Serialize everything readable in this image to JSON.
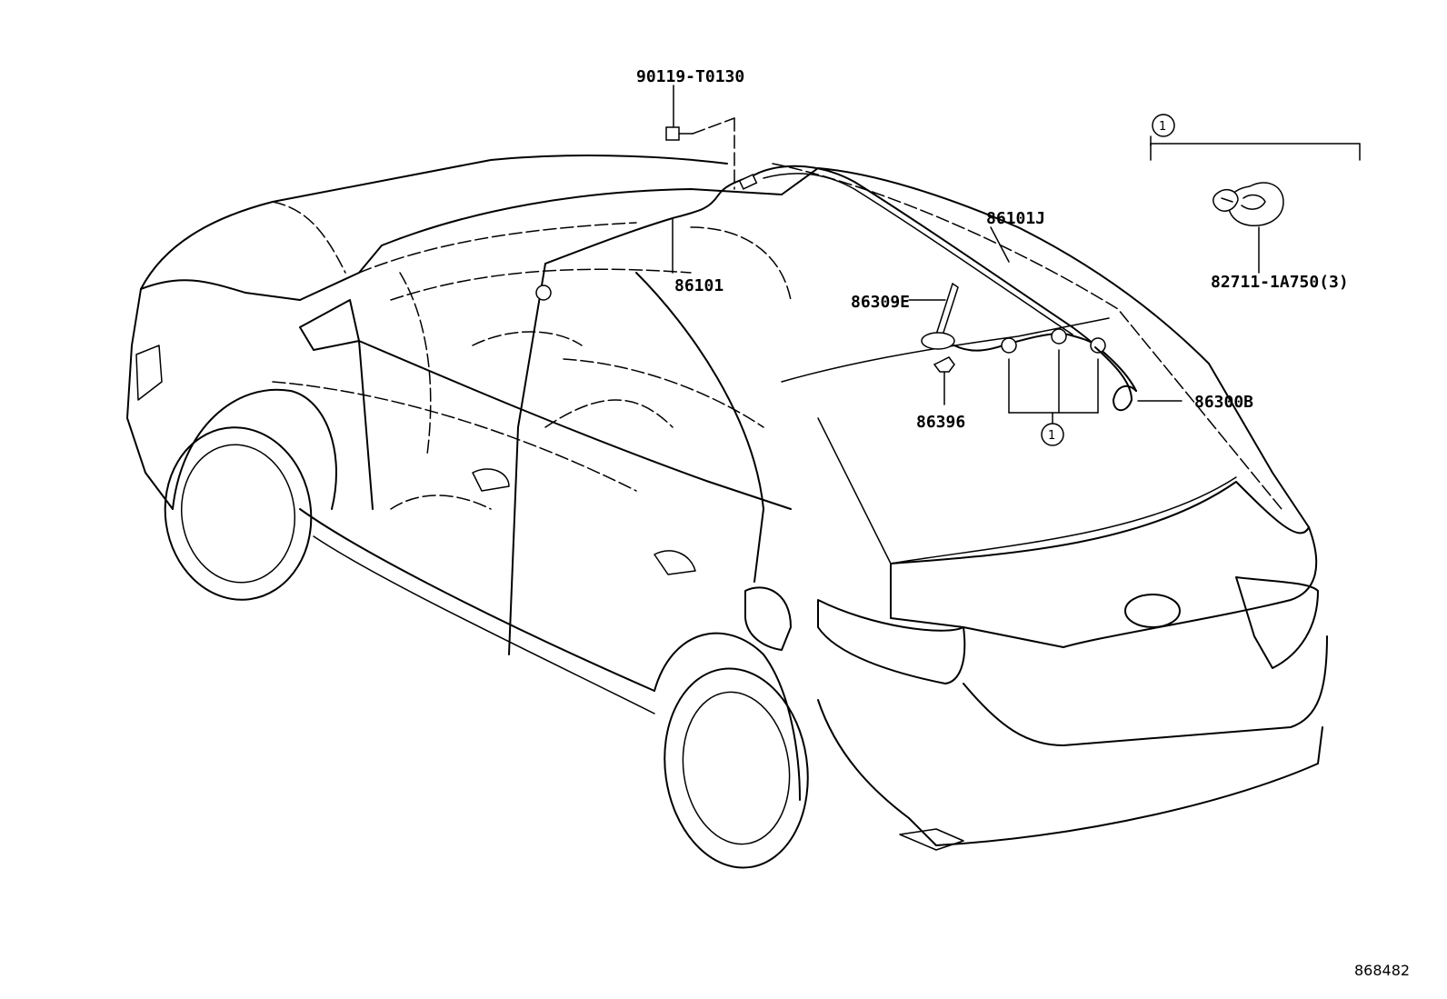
{
  "labels": {
    "bolt": "90119-T0130",
    "cable_front": "86101",
    "cable_roof": "86101J",
    "antenna_rod": "86309E",
    "antenna_nut": "86396",
    "antenna_base": "86300B",
    "clamp": "82711-1A750(3)",
    "ref_one": "1",
    "ref_one_group": "1",
    "diagram_id": "868482"
  }
}
